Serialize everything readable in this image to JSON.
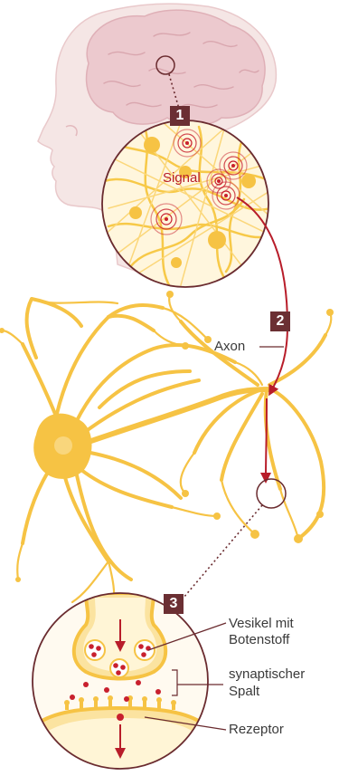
{
  "steps": [
    "1",
    "2",
    "3"
  ],
  "labels": {
    "signal": "Signal",
    "axon": "Axon",
    "vesicle_line1": "Vesikel mit",
    "vesicle_line2": "Botenstoff",
    "cleft_line1": "synaptischer",
    "cleft_line2": "Spalt",
    "receptor": "Rezeptor"
  },
  "colors": {
    "neuron": "#f6c344",
    "neuron_light": "#fbe3a0",
    "signal": "#c8202e",
    "step_box": "#6b2f33",
    "head": "#f4e3e2",
    "brain": "#ebc8cd",
    "outline": "#6a2b2f"
  },
  "icons": [
    "head-silhouette",
    "brain",
    "neuron",
    "synapse",
    "arrow"
  ]
}
